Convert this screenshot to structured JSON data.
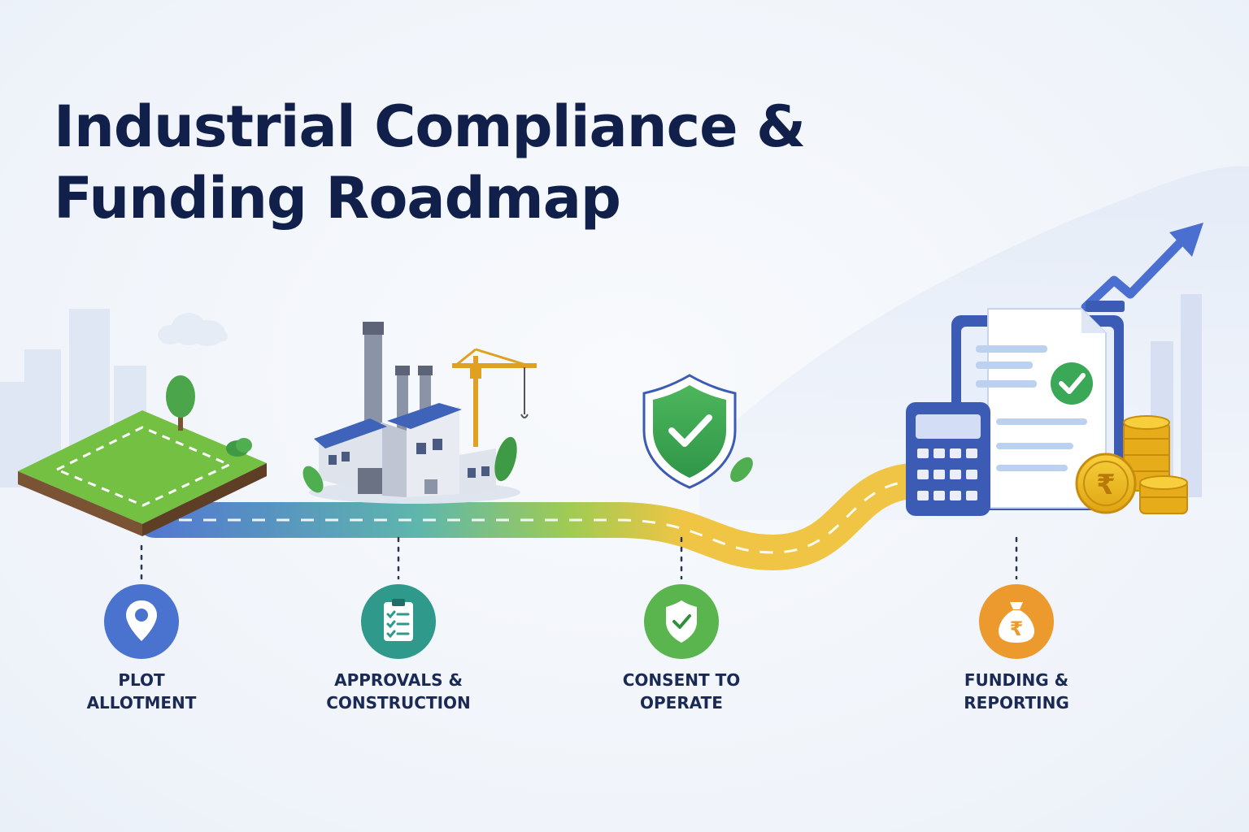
{
  "title": {
    "line1": "Industrial Compliance &",
    "line2": "Funding Roadmap"
  },
  "stages": [
    {
      "line1": "PLOT",
      "line2": "ALLOTMENT",
      "icon": "location-pin-icon",
      "color": "#4a72cf"
    },
    {
      "line1": "APPROVALS &",
      "line2": "CONSTRUCTION",
      "icon": "clipboard-checklist-icon",
      "color": "#2f9a8c"
    },
    {
      "line1": "CONSENT TO",
      "line2": "OPERATE",
      "icon": "shield-check-icon",
      "color": "#5bb54f"
    },
    {
      "line1": "FUNDING &",
      "line2": "REPORTING",
      "icon": "money-bag-rupee-icon",
      "color": "#ec9a2e"
    }
  ],
  "illustration": {
    "coin_symbol": "₹"
  },
  "colors": {
    "title": "#10204a",
    "road_start": "#4a72cf",
    "road_mid": "#6cc070",
    "road_end": "#f0c23a",
    "accent_blue": "#3b5bb5"
  }
}
